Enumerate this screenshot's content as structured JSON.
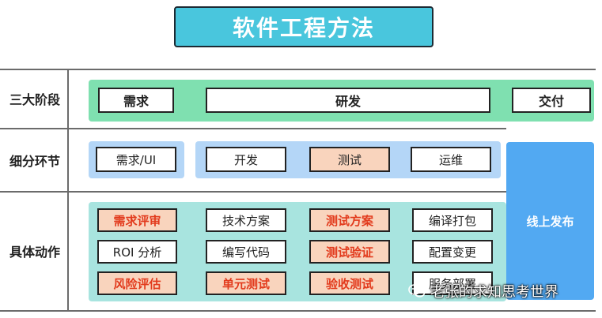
{
  "title": "软件工程方法",
  "rows": {
    "stages": "三大阶段",
    "detail": "细分环节",
    "actions": "具体动作"
  },
  "stages": {
    "requirements": "需求",
    "rd": "研发",
    "delivery": "交付"
  },
  "detail": {
    "requirements_ui": "需求/UI",
    "develop": "开发",
    "test": "测试",
    "ops": "运维"
  },
  "release": "线上发布",
  "actions": {
    "req_review": "需求评审",
    "roi": "ROI 分析",
    "risk": "风险评估",
    "tech_plan": "技术方案",
    "coding": "编写代码",
    "unit_test": "单元测试",
    "test_plan": "测试方案",
    "test_verify": "测试验证",
    "acceptance": "验收测试",
    "build": "编译打包",
    "config": "配置变更",
    "deploy": "服务部署"
  },
  "watermark": "老张的求知思考世界",
  "colors": {
    "title_bg": "#49c6dd",
    "stage_panel": "#7fe0b0",
    "detail_panel": "#b4d6f7",
    "action_panel": "#a8e4df",
    "release_bg": "#52a9f2",
    "highlight_fill": "#f9d4bd",
    "highlight_text": "#e23a1c"
  },
  "icons": {
    "watermark": "wechat-icon"
  }
}
